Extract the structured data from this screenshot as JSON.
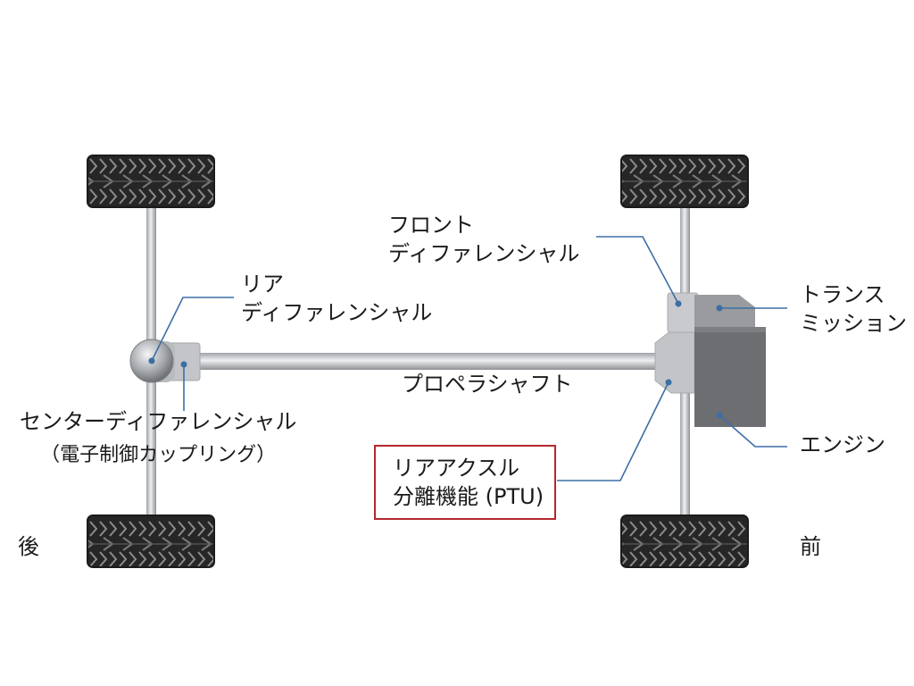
{
  "labels": {
    "front_diff": [
      "フロント",
      "ディファレンシャル"
    ],
    "rear_diff": [
      "リア",
      "ディファレンシャル"
    ],
    "transmission": [
      "トランス",
      "ミッション"
    ],
    "propeller_shaft": "プロペラシャフト",
    "center_diff": [
      "センターディファレンシャル",
      "（電子制御カップリング）"
    ],
    "rear_axle_disconnect": [
      "リアアクスル",
      "分離機能 (PTU)"
    ],
    "engine": "エンジン",
    "rear": "後",
    "front": "前"
  },
  "colors": {
    "leader_line": "#3b6ea5",
    "highlight_box": "#b5272f",
    "tire": "#2a2a2a",
    "tread": "#8a8a8a",
    "shaft": "#c9cbce",
    "engine": "#6d6e71",
    "transmission": "#9a9b9e"
  }
}
